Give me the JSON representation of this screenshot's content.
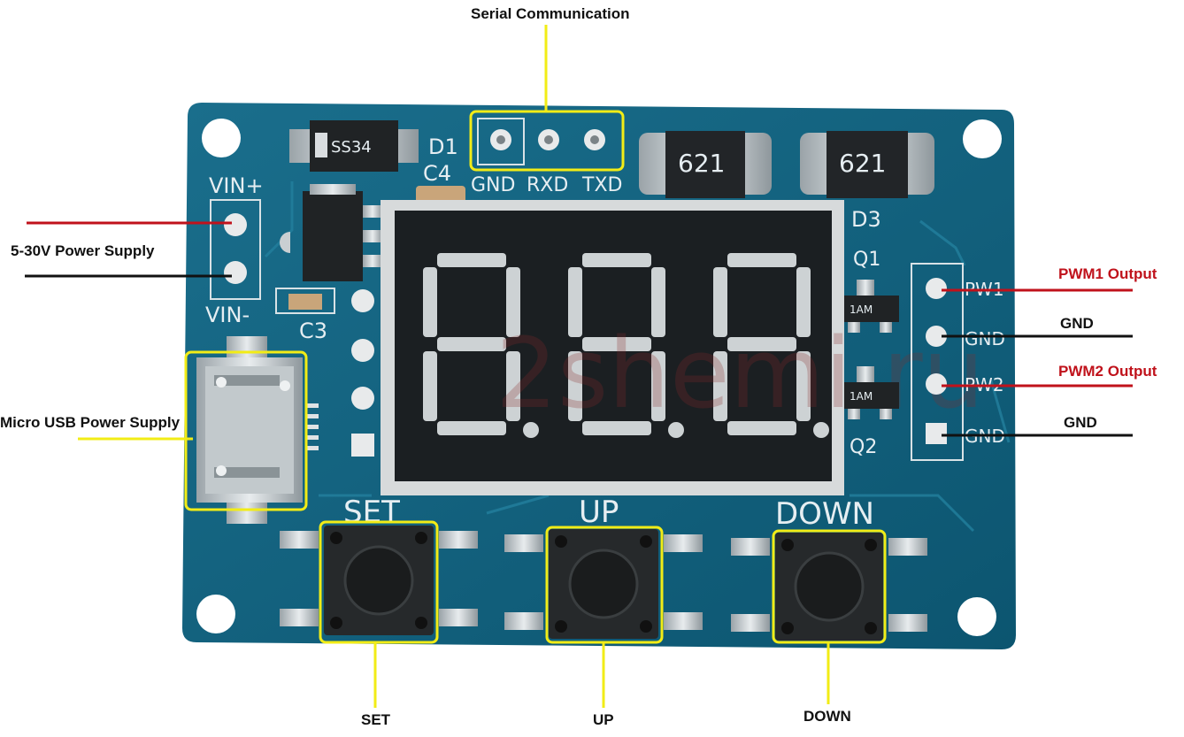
{
  "callouts": {
    "serial": "Serial Communication",
    "power": "5-30V Power Supply",
    "usb": "Micro USB Power Supply",
    "pwm1": "PWM1 Output",
    "gnd1": "GND",
    "pwm2": "PWM2 Output",
    "gnd2": "GND",
    "set": "SET",
    "up": "UP",
    "down": "DOWN"
  },
  "silkscreen": {
    "gnd": "GND",
    "rxd": "RXD",
    "txd": "TXD",
    "vin_plus": "VIN+",
    "vin_minus": "VIN-",
    "c3": "C3",
    "c4": "C4",
    "d1": "D1",
    "d3": "D3",
    "q1": "Q1",
    "q2": "Q2",
    "pw1": "PW1",
    "gnd_pin_a": "GND",
    "pw2": "PW2",
    "gnd_pin_b": "GND",
    "btn_set": "SET",
    "btn_up": "UP",
    "btn_down": "DOWN",
    "diode_d1": "SS34",
    "diode_a": "621",
    "diode_b": "621",
    "transistor_q1": "1AM",
    "transistor_q2": "1AM"
  },
  "watermark": "2shemi.ru",
  "colors": {
    "board": "#0f5f7c",
    "board_light": "#1d7390",
    "highlight": "#f2ec16",
    "line_red": "#c0121b",
    "line_black": "#111111",
    "display_bg": "#1b1f22",
    "segment_off": "#cdd2d4"
  }
}
